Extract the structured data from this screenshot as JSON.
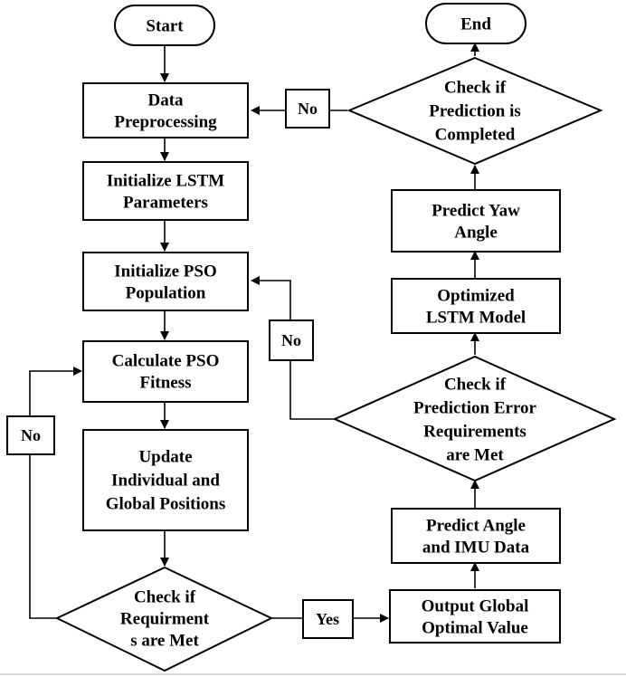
{
  "nodes": {
    "start": {
      "lines": [
        "Start"
      ]
    },
    "end": {
      "lines": [
        "End"
      ]
    },
    "data_preprocessing": {
      "lines": [
        "Data",
        "Preprocessing"
      ]
    },
    "init_lstm": {
      "lines": [
        "Initialize LSTM",
        "Parameters"
      ]
    },
    "init_pso": {
      "lines": [
        "Initialize PSO",
        "Population"
      ]
    },
    "calc_fitness": {
      "lines": [
        "Calculate PSO",
        "Fitness"
      ]
    },
    "update_positions": {
      "lines": [
        "Update",
        "Individual and",
        "Global Positions"
      ]
    },
    "check_requirements": {
      "lines": [
        "Check if",
        "Requirment",
        "s are Met"
      ]
    },
    "output_global": {
      "lines": [
        "Output Global",
        "Optimal Value"
      ]
    },
    "predict_angle": {
      "lines": [
        "Predict Angle",
        "and IMU Data"
      ]
    },
    "check_error": {
      "lines": [
        "Check if",
        "Prediction Error",
        "Requirements",
        "are Met"
      ]
    },
    "optimized_lstm": {
      "lines": [
        "Optimized",
        "LSTM Model"
      ]
    },
    "predict_yaw": {
      "lines": [
        "Predict Yaw",
        "Angle"
      ]
    },
    "check_completed": {
      "lines": [
        "Check if",
        "Prediction is",
        "Completed"
      ]
    }
  },
  "edge_labels": {
    "no_completed": "No",
    "no_error": "No",
    "no_requirements": "No",
    "yes_requirements": "Yes"
  },
  "colors": {
    "stroke": "#000000",
    "fill": "#ffffff"
  }
}
